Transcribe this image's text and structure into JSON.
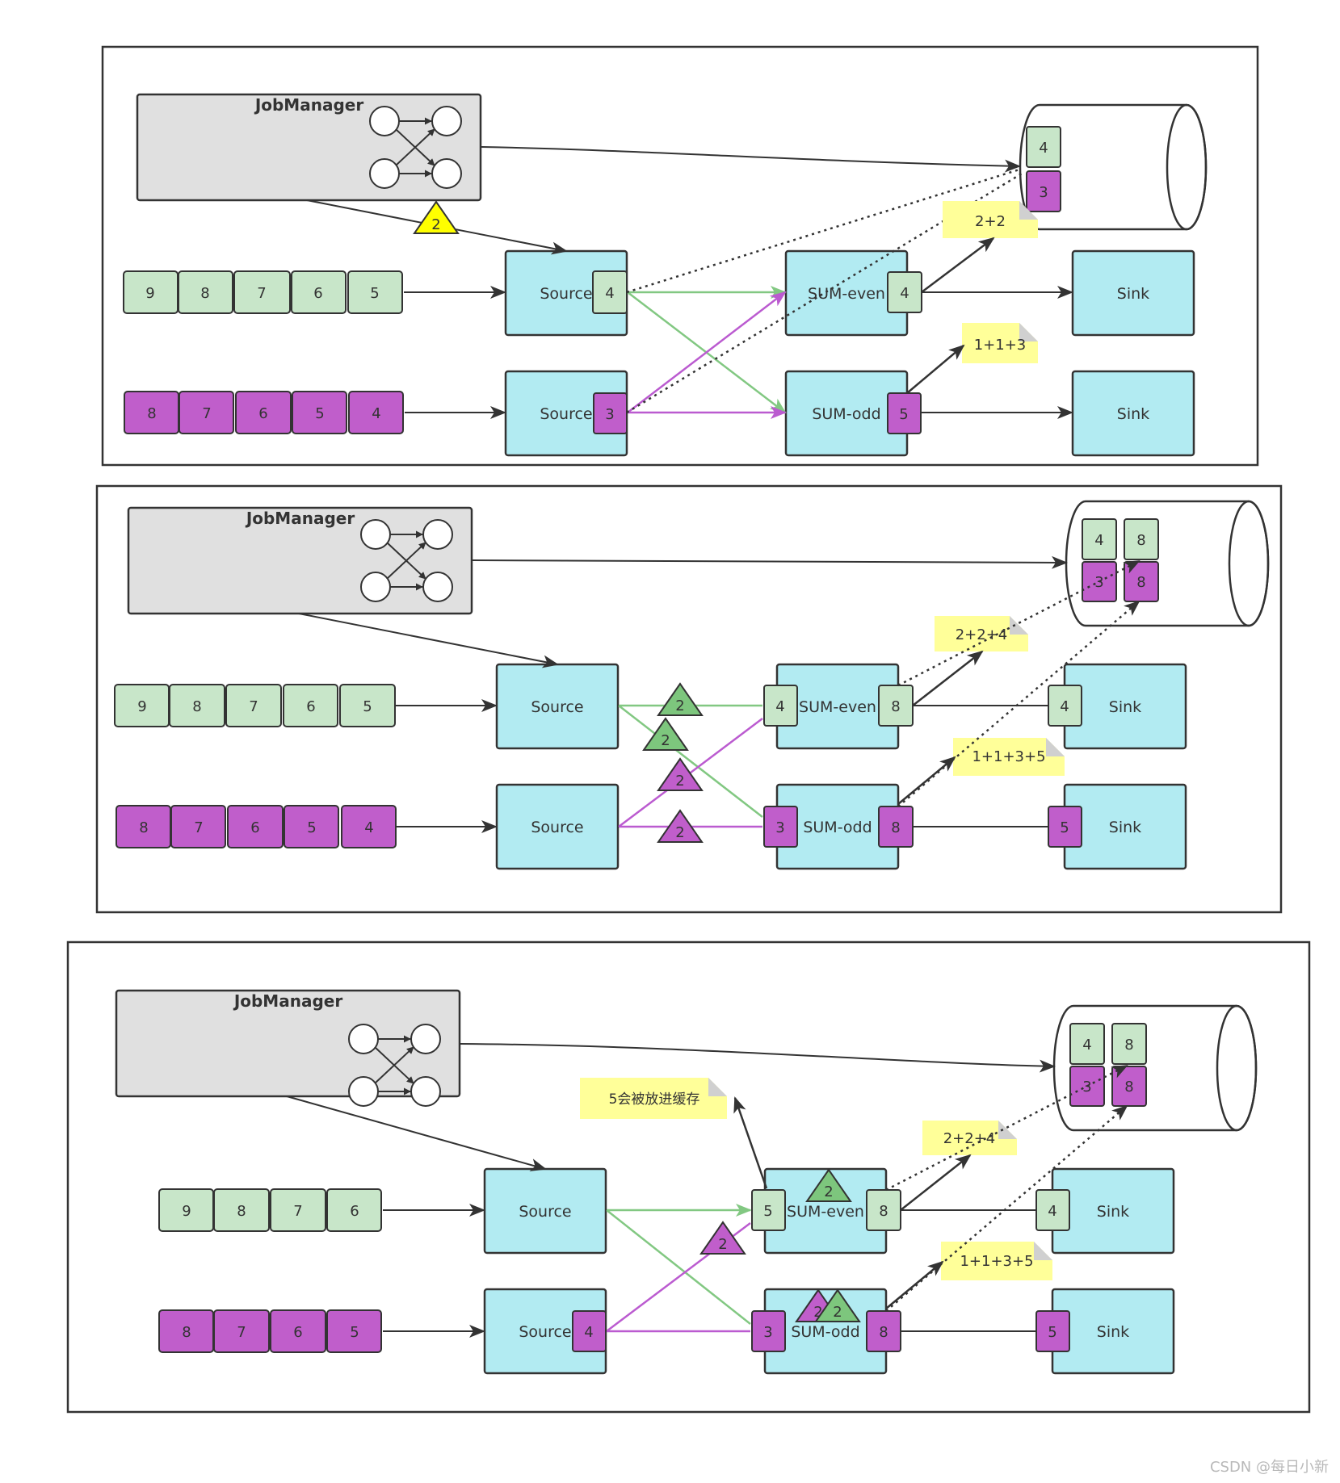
{
  "colors": {
    "green": "#c8e6c9",
    "purple": "#c05ecb",
    "cyan": "#b2ebf2",
    "gray": "#e0e0e0",
    "note": "#ffff99",
    "yellow_barrier": "#ffff00",
    "green_barrier": "#7dc67d",
    "edge_green": "#82c882",
    "edge_purple": "#bb5bd0",
    "stroke": "#333333"
  },
  "labels": {
    "jobmanager": "JobManager",
    "source": "Source",
    "sum_even": "SUM-even",
    "sum_odd": "SUM-odd",
    "sink": "Sink"
  },
  "panels": [
    {
      "green_stream": [
        "9",
        "8",
        "7",
        "6",
        "5"
      ],
      "purple_stream": [
        "8",
        "7",
        "6",
        "5",
        "4"
      ],
      "source_top_value": "4",
      "source_bottom_value": "3",
      "sum_even_value": "4",
      "sum_odd_value": "5",
      "barriers": [
        "2"
      ],
      "notes": [
        "2+2",
        "1+1+3"
      ],
      "storage": [
        "4",
        "3"
      ]
    },
    {
      "green_stream": [
        "9",
        "8",
        "7",
        "6",
        "5"
      ],
      "purple_stream": [
        "8",
        "7",
        "6",
        "5",
        "4"
      ],
      "sum_even_in": "4",
      "sum_even_out": "8",
      "sum_odd_in": "3",
      "sum_odd_out": "8",
      "sink_top_in": "4",
      "sink_bottom_in": "5",
      "barriers": [
        "2",
        "2",
        "2",
        "2"
      ],
      "notes": [
        "2+2+4",
        "1+1+3+5"
      ],
      "storage": [
        "4",
        "8",
        "3",
        "8"
      ]
    },
    {
      "green_stream": [
        "9",
        "8",
        "7",
        "6"
      ],
      "purple_stream": [
        "8",
        "7",
        "6",
        "5"
      ],
      "source_bottom_value": "4",
      "sum_even_in": "5",
      "sum_even_out": "8",
      "sum_odd_in": "3",
      "sum_odd_out": "8",
      "sink_top_in": "4",
      "sink_bottom_in": "5",
      "barriers": [
        "2",
        "2",
        "2",
        "2"
      ],
      "notes": [
        "5会被放进缓存",
        "2+2+4",
        "1+1+3+5"
      ],
      "storage": [
        "4",
        "8",
        "3",
        "8"
      ]
    }
  ],
  "watermark": "CSDN @每日小新"
}
